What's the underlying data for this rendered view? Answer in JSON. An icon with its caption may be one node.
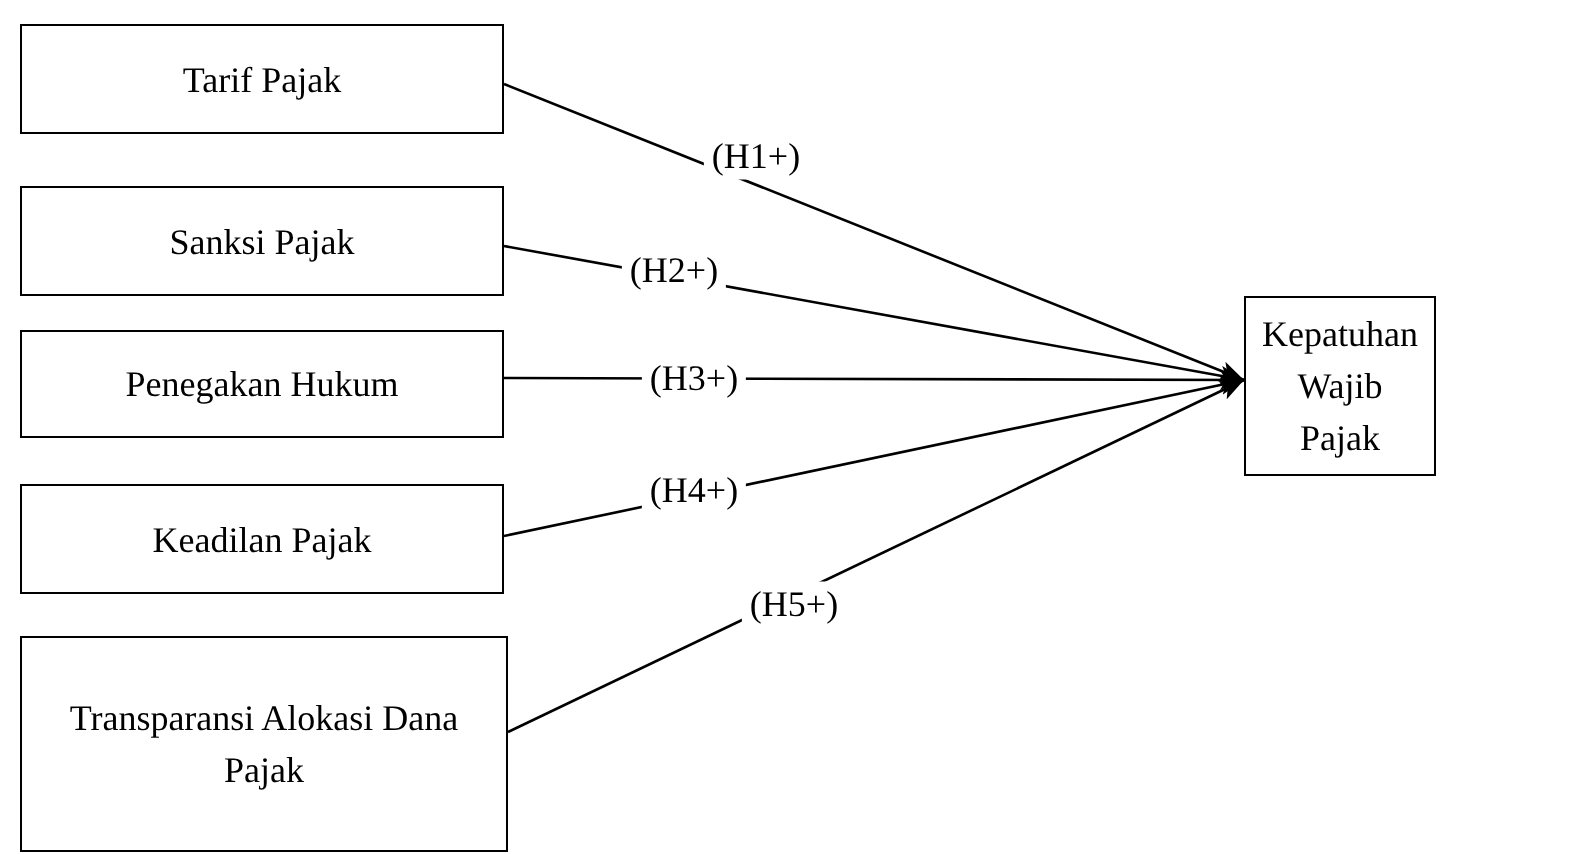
{
  "diagram": {
    "nodes": [
      {
        "text": [
          "Tarif Pajak"
        ]
      },
      {
        "text": [
          "Sanksi Pajak"
        ]
      },
      {
        "text": [
          "Penegakan Hukum"
        ]
      },
      {
        "text": [
          "Keadilan Pajak"
        ]
      },
      {
        "text": [
          "Transparansi Alokasi Dana Pajak"
        ]
      },
      {
        "text": [
          "Kepatuhan Wajib Pajak"
        ]
      }
    ],
    "edges": [
      {
        "from": 0,
        "to": 5,
        "arrow": "to",
        "label": "(H1+)"
      },
      {
        "from": 1,
        "to": 5,
        "arrow": "to",
        "label": "(H2+)"
      },
      {
        "from": 2,
        "to": 5,
        "arrow": "to",
        "label": "(H3+)"
      },
      {
        "from": 3,
        "to": 5,
        "arrow": "to",
        "label": "(H4+)"
      },
      {
        "from": 4,
        "to": 5,
        "arrow": "to",
        "label": "(H5+)"
      }
    ]
  }
}
